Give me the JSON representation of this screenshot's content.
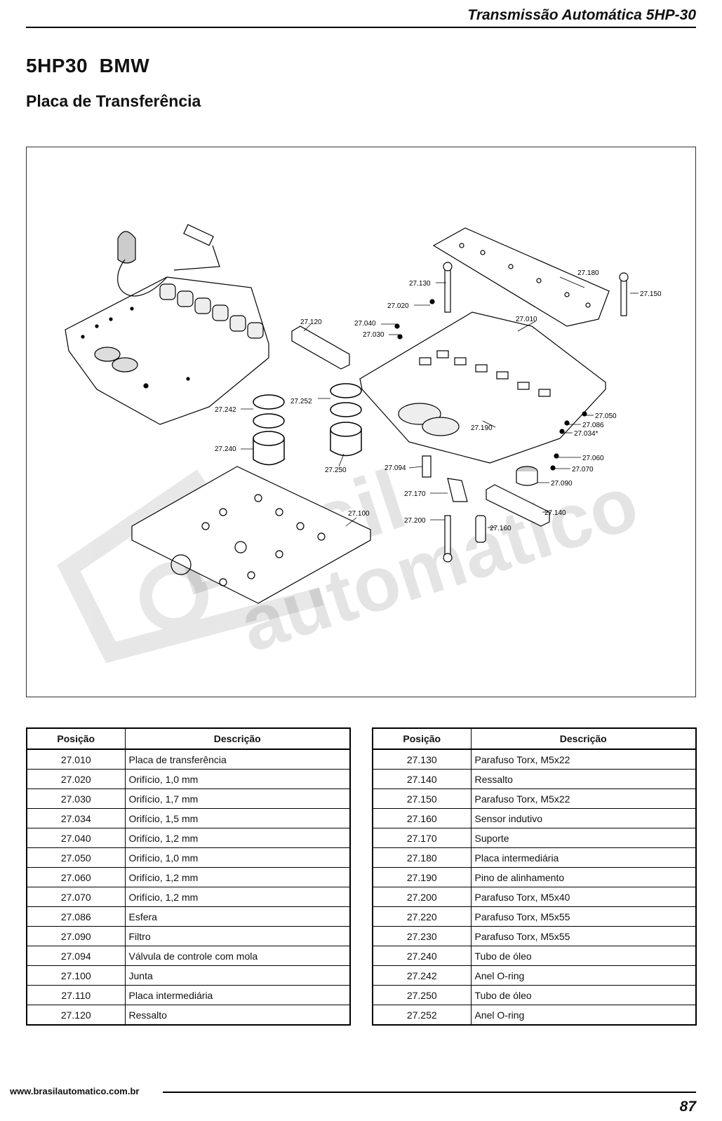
{
  "header": {
    "title": "Transmissão Automática 5HP-30"
  },
  "main_title": "5HP30  BMW",
  "sub_title": "Placa de Transferência",
  "figure": {
    "watermark": "Brasil automatico",
    "callouts": {
      "c27130": "27.130",
      "c27180": "27.180",
      "c27150": "27.150",
      "c27020": "27.020",
      "c27010": "27.010",
      "c27120": "27.120",
      "c27040": "27.040",
      "c27030": "27.030",
      "c27242": "27.242",
      "c27252": "27.252",
      "c27240": "27.240",
      "c27250": "27.250",
      "c27094": "27.094",
      "c27050": "27.050",
      "c27086": "27.086",
      "c27034": "27.034*",
      "c27190": "27.190",
      "c27060": "27.060",
      "c27070": "27.070",
      "c27090": "27.090",
      "c27170": "27.170",
      "c27100": "27.100",
      "c27140": "27.140",
      "c27200": "27.200",
      "c27160": "27.160"
    }
  },
  "tables": {
    "headers": {
      "pos": "Posição",
      "desc": "Descrição"
    },
    "left": [
      {
        "pos": "27.010",
        "desc": "Placa de transferência"
      },
      {
        "pos": "27.020",
        "desc": "Orifício, 1,0 mm"
      },
      {
        "pos": "27.030",
        "desc": "Orifício, 1,7 mm"
      },
      {
        "pos": "27.034",
        "desc": "Orifício, 1,5 mm"
      },
      {
        "pos": "27.040",
        "desc": "Orifício, 1,2 mm"
      },
      {
        "pos": "27.050",
        "desc": "Orifício, 1,0 mm"
      },
      {
        "pos": "27.060",
        "desc": "Orifício, 1,2 mm"
      },
      {
        "pos": "27.070",
        "desc": "Orifício, 1,2 mm"
      },
      {
        "pos": "27.086",
        "desc": "Esfera"
      },
      {
        "pos": "27.090",
        "desc": "Filtro"
      },
      {
        "pos": "27.094",
        "desc": "Válvula de controle com mola"
      },
      {
        "pos": "27.100",
        "desc": "Junta"
      },
      {
        "pos": "27.110",
        "desc": "Placa intermediária"
      },
      {
        "pos": "27.120",
        "desc": "Ressalto"
      }
    ],
    "right": [
      {
        "pos": "27.130",
        "desc": "Parafuso Torx, M5x22"
      },
      {
        "pos": "27.140",
        "desc": "Ressalto"
      },
      {
        "pos": "27.150",
        "desc": "Parafuso Torx, M5x22"
      },
      {
        "pos": "27.160",
        "desc": "Sensor indutivo"
      },
      {
        "pos": "27.170",
        "desc": "Suporte"
      },
      {
        "pos": "27.180",
        "desc": "Placa intermediária"
      },
      {
        "pos": "27.190",
        "desc": "Pino de alinhamento"
      },
      {
        "pos": "27.200",
        "desc": "Parafuso Torx, M5x40"
      },
      {
        "pos": "27.220",
        "desc": "Parafuso Torx, M5x55"
      },
      {
        "pos": "27.230",
        "desc": "Parafuso Torx, M5x55"
      },
      {
        "pos": "27.240",
        "desc": "Tubo de óleo"
      },
      {
        "pos": "27.242",
        "desc": "Anel O-ring"
      },
      {
        "pos": "27.250",
        "desc": "Tubo de óleo"
      },
      {
        "pos": "27.252",
        "desc": "Anel O-ring"
      }
    ]
  },
  "footer": {
    "url": "www.brasilautomatico.com.br",
    "page": "87"
  }
}
